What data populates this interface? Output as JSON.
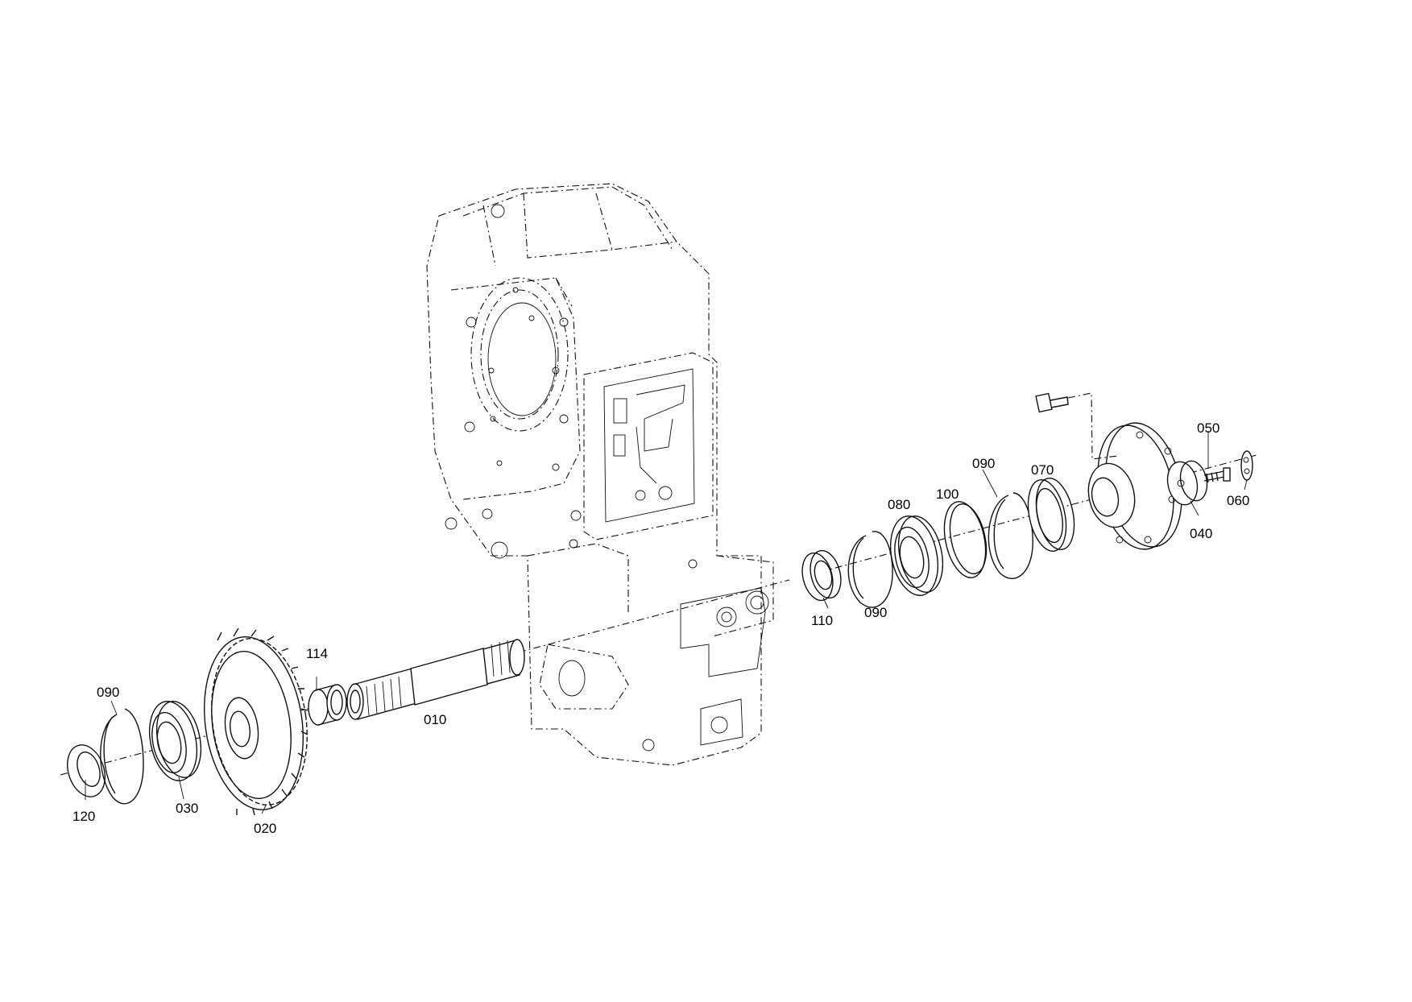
{
  "part_labels": {
    "p090_left": "090",
    "p120": "120",
    "p030": "030",
    "p020": "020",
    "p114": "114",
    "p010": "010",
    "p110": "110",
    "p090_mid": "090",
    "p080": "080",
    "p100": "100",
    "p090_right": "090",
    "p070": "070",
    "p050": "050",
    "p040": "040",
    "p060": "060"
  }
}
